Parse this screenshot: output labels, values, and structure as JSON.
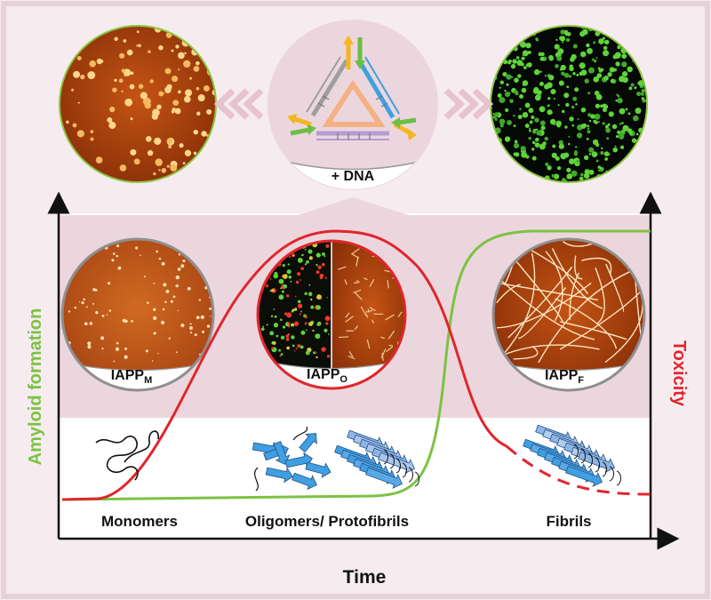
{
  "axes": {
    "x_label": "Time",
    "y_left_label": "Amyloid formation",
    "y_right_label": "Toxicity"
  },
  "top_panel": {
    "treatment_label": "+ DNA"
  },
  "stage_images": [
    {
      "base": "IAPP",
      "sub": "M"
    },
    {
      "base": "IAPP",
      "sub": "O"
    },
    {
      "base": "IAPP",
      "sub": "F"
    }
  ],
  "stage_labels": [
    "Monomers",
    "Oligomers/ Protofibrils",
    "Fibrils"
  ],
  "colors": {
    "amyloid_curve": "#7cc242",
    "toxicity_curve": "#e0262b",
    "band": "#ecd6de",
    "background": "#f6ecf0",
    "arrow_blue": "#3f9fe0",
    "afm_brown": "#a8420e",
    "fluor_green": "#5ed33a"
  },
  "icons": [
    "chevron-left-icon",
    "chevron-right-icon",
    "dna-triangle-icon",
    "random-coil-icon",
    "beta-sheet-icon"
  ]
}
